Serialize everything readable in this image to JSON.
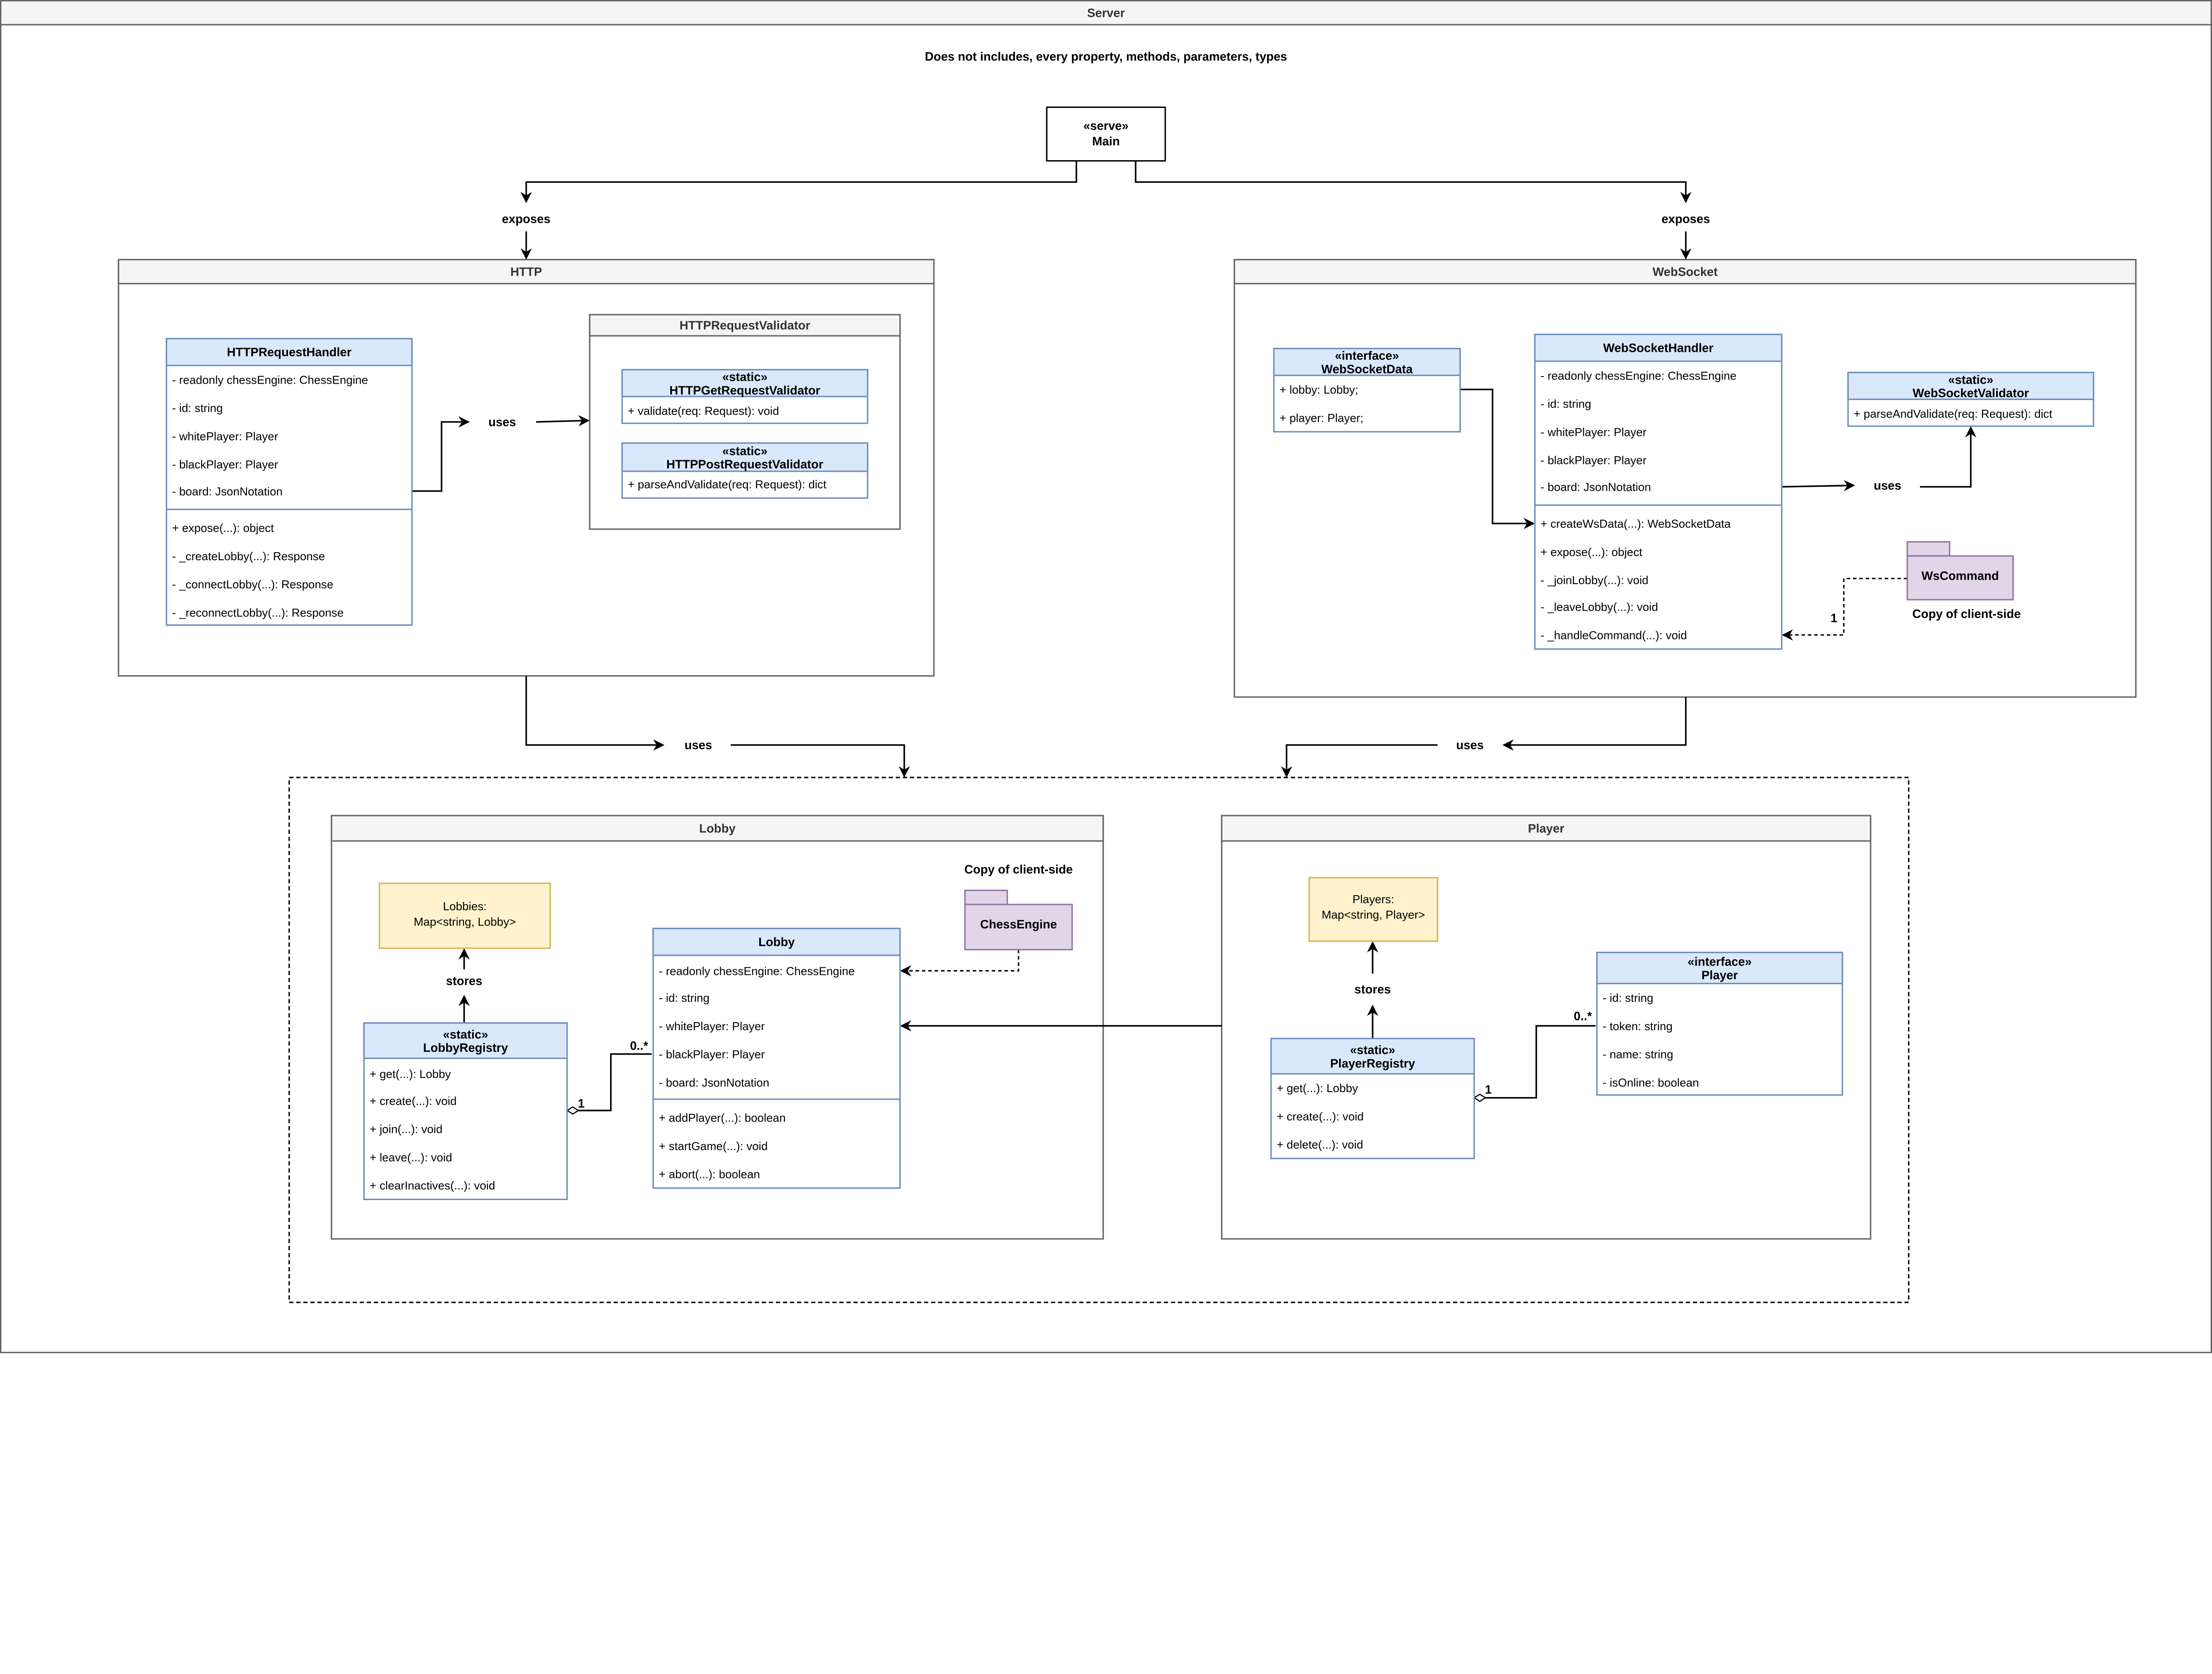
{
  "server": {
    "title": "Server",
    "note": "Does not includes, every property, methods, parameters, types"
  },
  "main": {
    "stereotype": "«serve»",
    "name": "Main"
  },
  "labels": {
    "exposes_http": "exposes",
    "exposes_ws": "exposes",
    "uses_http_validator": "uses",
    "uses_ws_validator": "uses",
    "uses_http_core": "uses",
    "uses_ws_core": "uses",
    "stores_lobby": "stores",
    "stores_player": "stores",
    "mult_ws_one": "1",
    "mult_lobby_one": "1",
    "mult_lobby_many": "0..*",
    "mult_player_one": "1",
    "mult_player_many": "0..*"
  },
  "containers": {
    "http": "HTTP",
    "websocket": "WebSocket",
    "validator": "HTTPRequestValidator",
    "lobby": "Lobby",
    "player": "Player"
  },
  "classes": {
    "httpHandler": {
      "stereotype": "",
      "name": "HTTPRequestHandler",
      "attributes": [
        "- readonly chessEngine: ChessEngine",
        "- id: string",
        "- whitePlayer: Player",
        "- blackPlayer: Player",
        "- board: JsonNotation"
      ],
      "methods": [
        "+ expose(...): object",
        "- _createLobby(...): Response",
        "- _connectLobby(...): Response",
        "- _reconnectLobby(...): Response"
      ]
    },
    "httpGet": {
      "stereotype": "«static»",
      "name": "HTTPGetRequestValidator",
      "attributes": [
        "+ validate(req: Request): void"
      ],
      "methods": []
    },
    "httpPost": {
      "stereotype": "«static»",
      "name": "HTTPPostRequestValidator",
      "attributes": [
        "+ parseAndValidate(req: Request): dict"
      ],
      "methods": []
    },
    "wsData": {
      "stereotype": "«interface»",
      "name": "WebSocketData",
      "attributes": [
        "+ lobby: Lobby;",
        "+ player: Player;"
      ],
      "methods": []
    },
    "wsHandler": {
      "stereotype": "",
      "name": "WebSocketHandler",
      "attributes": [
        "- readonly chessEngine: ChessEngine",
        "- id: string",
        "- whitePlayer: Player",
        "- blackPlayer: Player",
        "- board: JsonNotation"
      ],
      "methods": [
        "+ createWsData(...): WebSocketData",
        "+ expose(...): object",
        "- _joinLobby(...): void",
        "- _leaveLobby(...): void",
        "- _handleCommand(...): void"
      ]
    },
    "wsValidator": {
      "stereotype": "«static»",
      "name": "WebSocketValidator",
      "attributes": [
        "+ parseAndValidate(req: Request): dict"
      ],
      "methods": []
    },
    "lobbyRegistry": {
      "stereotype": "«static»",
      "name": "LobbyRegistry",
      "attributes": [
        "+ get(...): Lobby",
        "+ create(...): void",
        "+ join(...): void",
        "+ leave(...): void",
        "+ clearInactives(...): void"
      ],
      "methods": []
    },
    "lobby": {
      "stereotype": "",
      "name": "Lobby",
      "attributes": [
        "- readonly chessEngine: ChessEngine",
        "- id: string",
        "- whitePlayer: Player",
        "- blackPlayer: Player",
        "- board: JsonNotation"
      ],
      "methods": [
        "+ addPlayer(...): boolean",
        "+ startGame(...): void",
        "+ abort(...): boolean"
      ]
    },
    "playerRegistry": {
      "stereotype": "«static»",
      "name": "PlayerRegistry",
      "attributes": [
        "+ get(...): Lobby",
        "+ create(...): void",
        "+ delete(...): void"
      ],
      "methods": []
    },
    "player": {
      "stereotype": "«interface»",
      "name": "Player",
      "attributes": [
        "- id: string",
        "- token: string",
        "- name: string",
        "- isOnline: boolean"
      ],
      "methods": []
    }
  },
  "notes": {
    "lobbies": [
      "Lobbies:",
      "Map<string, Lobby>"
    ],
    "players": [
      "Players:",
      "Map<string, Player>"
    ]
  },
  "packages": {
    "wsCommand": {
      "name": "WsCommand",
      "caption": "Copy of client-side"
    },
    "chessEngine": {
      "name": "ChessEngine",
      "caption": "Copy of client-side"
    }
  },
  "colors": {
    "class_fill": "#dae8fc",
    "class_stroke": "#6c8ebf",
    "package_fill": "#e1d5e7",
    "package_stroke": "#9673a6",
    "note_fill": "#fff2cc",
    "note_stroke": "#d6b656",
    "container_header": "#f5f5f5",
    "container_stroke": "#666666"
  }
}
